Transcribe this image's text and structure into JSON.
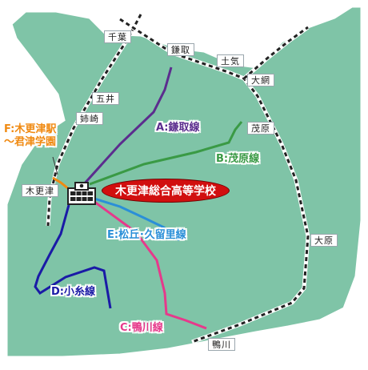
{
  "school": {
    "name": "木更津総合高等学校"
  },
  "stations": {
    "chiba": "千葉",
    "kamatori": "鎌取",
    "toke": "土気",
    "oami": "大網",
    "goi": "五井",
    "anegasaki": "姉崎",
    "mobara": "茂原",
    "kisarazu": "木更津",
    "ohara": "大原",
    "kamogawa": "鴨川"
  },
  "routes": {
    "a": "A:鎌取線",
    "b": "B:茂原線",
    "c": "C:鴨川線",
    "d": "D:小糸線",
    "e": "E:松丘･久留里線",
    "f_line1": "F:木更津駅",
    "f_line2": "～君津学園"
  },
  "icons": [
    "school-building-icon"
  ],
  "colors": {
    "land": "#7fc4a7",
    "border": "#ffffff",
    "rail": "#222222",
    "route_a": "#5b2d8e",
    "route_b": "#3a9a45",
    "route_c": "#e6398b",
    "route_d": "#1a1aa6",
    "route_e": "#2a8fd8",
    "route_f": "#f08a12",
    "school_badge": "#d10f0f"
  }
}
